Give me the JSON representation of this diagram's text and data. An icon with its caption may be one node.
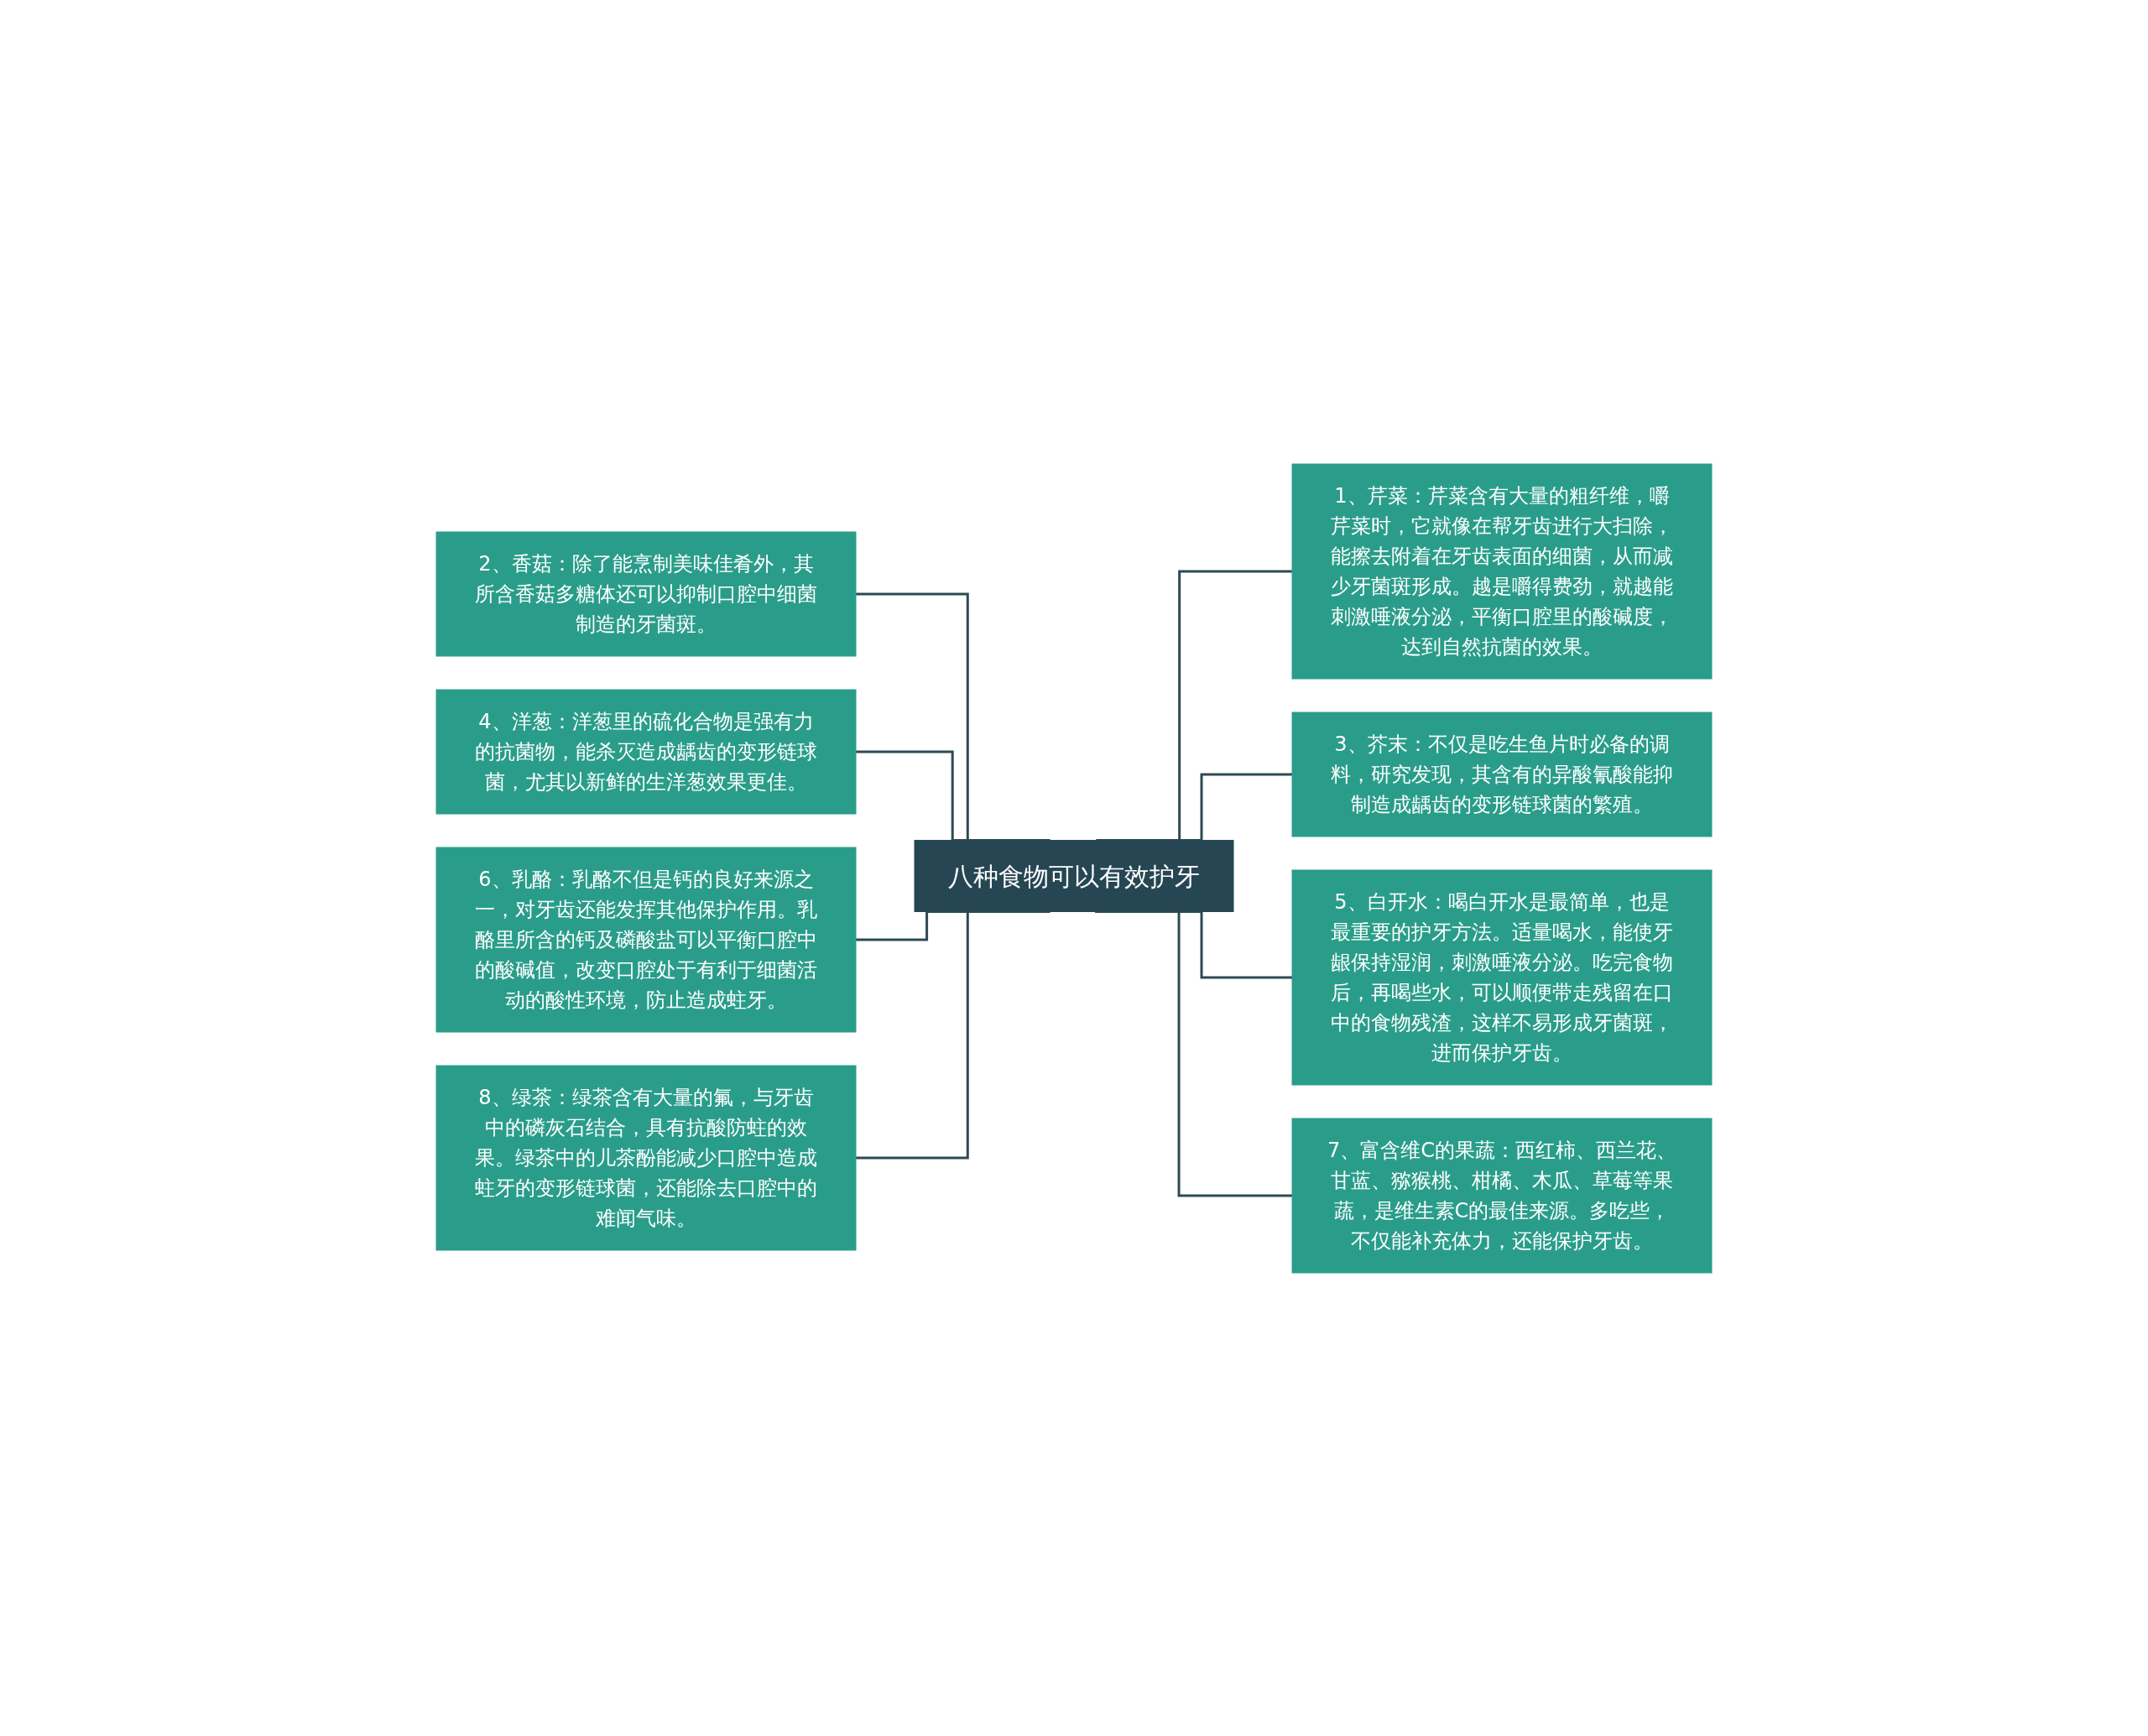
{
  "diagram": {
    "nodes": [
      {
        "text": [
          "八种食物可以有效护牙"
        ]
      },
      {
        "text": [
          "1、芹菜：芹菜含有大量的粗纤维，嚼芹菜时，它就像在帮牙齿进行大扫除，能擦去附着在牙齿表面的细菌，从而减少牙菌斑形成。越是嚼得费劲，就越能刺激唾液分泌，平衡口腔里的酸碱度，达到自然抗菌的效果。"
        ]
      },
      {
        "text": [
          "2、香菇：除了能烹制美味佳肴外，其所含香菇多糖体还可以抑制口腔中细菌制造的牙菌斑。"
        ]
      },
      {
        "text": [
          "3、芥末：不仅是吃生鱼片时必备的调料，研究发现，其含有的异酸氰酸能抑制造成龋齿的变形链球菌的繁殖。"
        ]
      },
      {
        "text": [
          "4、洋葱：洋葱里的硫化合物是强有力的抗菌物，能杀灭造成龋齿的变形链球菌，尤其以新鲜的生洋葱效果更佳。"
        ]
      },
      {
        "text": [
          "5、白开水：喝白开水是最简单，也是最重要的护牙方法。适量喝水，能使牙龈保持湿润，刺激唾液分泌。吃完食物后，再喝些水，可以顺便带走残留在口中的食物残渣，这样不易形成牙菌斑，进而保护牙齿。"
        ]
      },
      {
        "text": [
          "6、乳酪：乳酪不但是钙的良好来源之一，对牙齿还能发挥其他保护作用。乳酪里所含的钙及磷酸盐可以平衡口腔中的酸碱值，改变口腔处于有利于细菌活动的酸性环境，防止造成蛀牙。"
        ]
      },
      {
        "text": [
          "7、富含维C的果蔬：西红柿、西兰花、甘蓝、猕猴桃、柑橘、木瓜、草莓等果蔬，是维生素C的最佳来源。多吃些，不仅能补充体力，还能保护牙齿。"
        ]
      },
      {
        "text": [
          "8、绿茶：绿茶含有大量的氟，与牙齿中的磷灰石结合，具有抗酸防蛀的效果。绿茶中的儿茶酚能减少口腔中造成蛀牙的变形链球菌，还能除去口腔中的难闻气味。"
        ]
      }
    ],
    "edges": [
      {
        "from": 0,
        "to": 1,
        "arrow": "none"
      },
      {
        "from": 0,
        "to": 2,
        "arrow": "none"
      },
      {
        "from": 0,
        "to": 3,
        "arrow": "none"
      },
      {
        "from": 0,
        "to": 4,
        "arrow": "none"
      },
      {
        "from": 0,
        "to": 5,
        "arrow": "none"
      },
      {
        "from": 0,
        "to": 6,
        "arrow": "none"
      },
      {
        "from": 0,
        "to": 7,
        "arrow": "none"
      },
      {
        "from": 0,
        "to": 8,
        "arrow": "none"
      }
    ]
  }
}
